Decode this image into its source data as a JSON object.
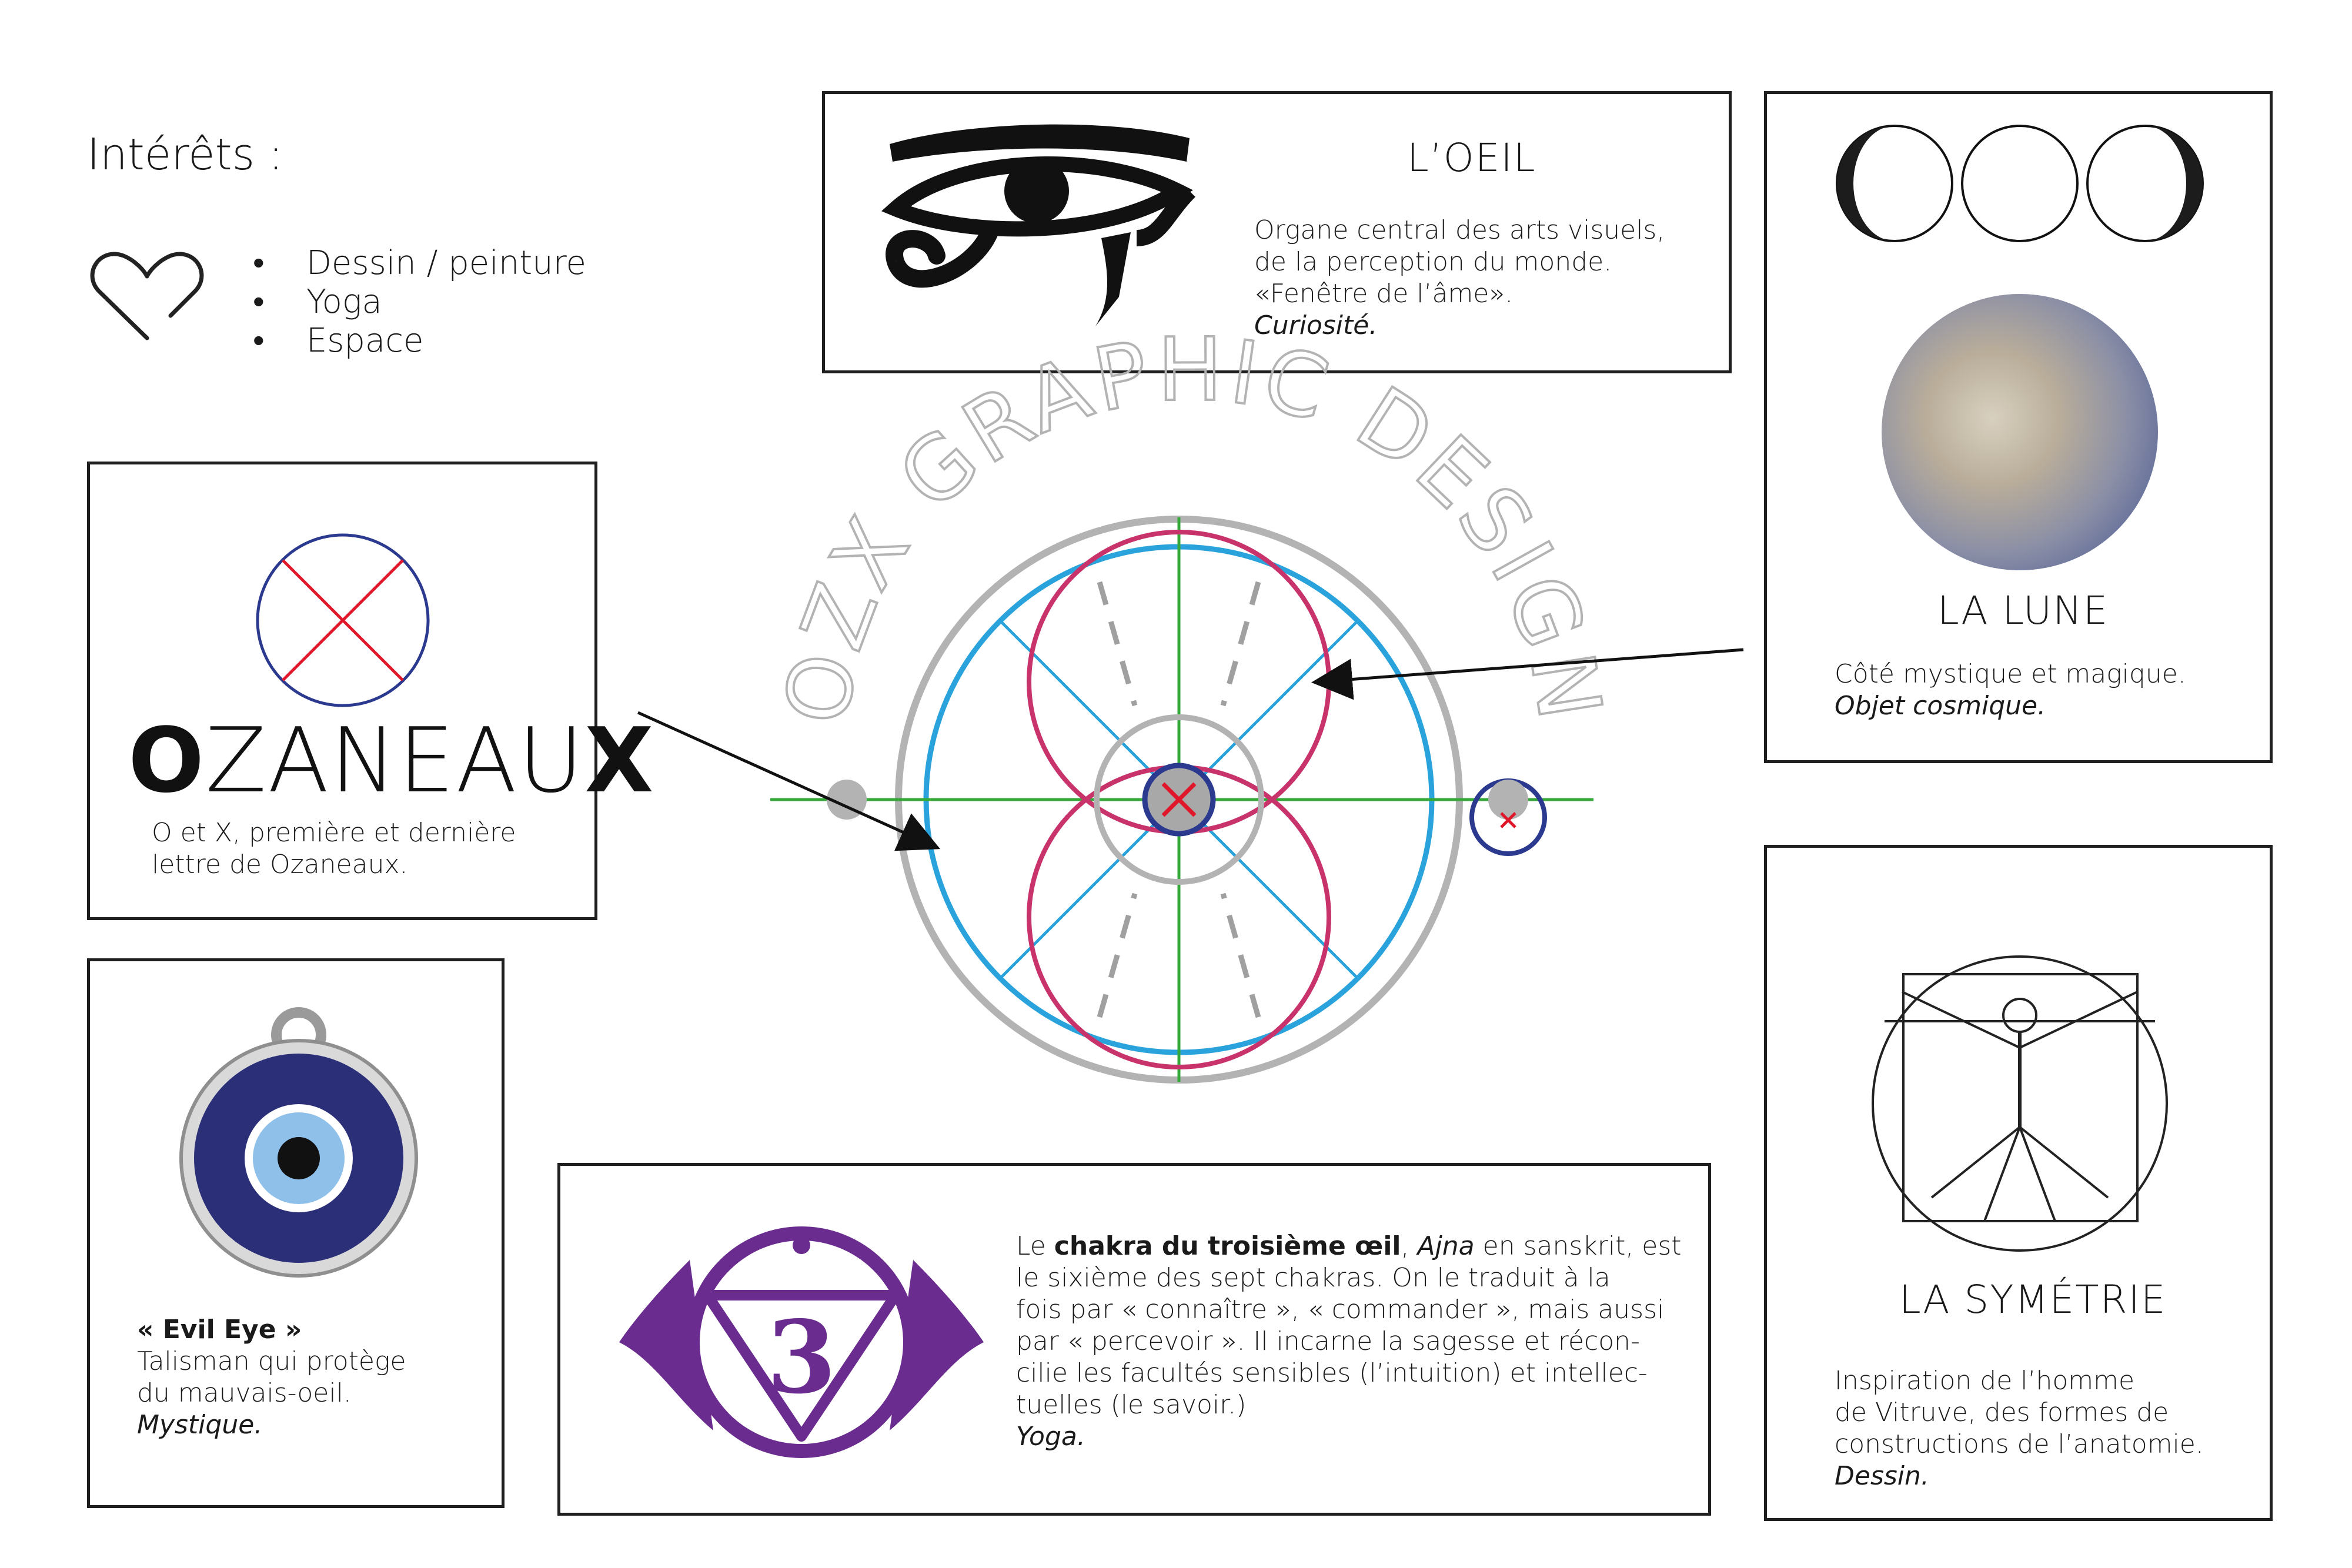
{
  "interests": {
    "title": "Intérêts :",
    "items": [
      "Dessin / peinture",
      "Yoga",
      "Espace"
    ]
  },
  "eye_card": {
    "title": "L’OEIL",
    "lines": [
      "Organe central des arts visuels,",
      "de la perception du monde.",
      "«Fenêtre de l’âme»."
    ],
    "tag": "Curiosité."
  },
  "moon_card": {
    "title": "LA LUNE",
    "line": "Côté mystique et magique.",
    "tag": "Objet cosmique."
  },
  "ozaneaux_card": {
    "logo_first": "O",
    "logo_middle": "ZANEAU",
    "logo_last": "X",
    "lines": [
      "O et X, première et dernière",
      "lettre de Ozaneaux."
    ]
  },
  "evil_eye_card": {
    "title": "« Evil Eye »",
    "lines": [
      "Talisman qui protège",
      "du mauvais-oeil."
    ],
    "tag": "Mystique."
  },
  "chakra_card": {
    "line1_a": "Le ",
    "line1_bold": "chakra du troisième œil",
    "line1_b": ", ",
    "line1_italic": "Ajna",
    "line1_c": " en sanskrit, est",
    "lines": [
      "le sixième des sept chakras. On le traduit à la",
      "fois par « connaître », « commander », mais aussi",
      "par « percevoir ». Il incarne la sagesse et récon-",
      "cilie les facultés sensibles (l’intuition) et intellec-",
      "tuelles (le savoir.)"
    ],
    "tag": "Yoga."
  },
  "symmetry_card": {
    "title": "LA SYMÉTRIE",
    "lines": [
      "Inspiration de l’homme",
      "de Vitruve, des formes de",
      "constructions de l’anatomie."
    ],
    "tag": "Dessin."
  },
  "center_logo": {
    "arc_text": "OZX GRAPHIC DESIGN"
  },
  "colors": {
    "grey": "#b3b3b3",
    "blue": "#2aa3dc",
    "pink": "#c8336b",
    "green": "#35a83a",
    "navy": "#2b3a8f",
    "red": "#e0172a",
    "purple": "#6a2c8f"
  }
}
